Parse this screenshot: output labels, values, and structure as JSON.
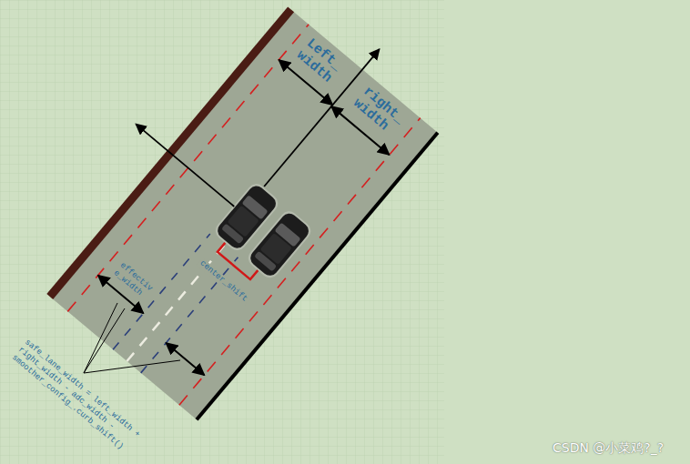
{
  "diagram": {
    "labels": [
      "Left_ width",
      "right_ width",
      "effectiv e_width",
      "center_shift",
      "safe_lane_width = left_width + right_width - adc_width - smoother_config_.curb_shift()",
      "CSDN @小菜鸡?_?"
    ]
  }
}
